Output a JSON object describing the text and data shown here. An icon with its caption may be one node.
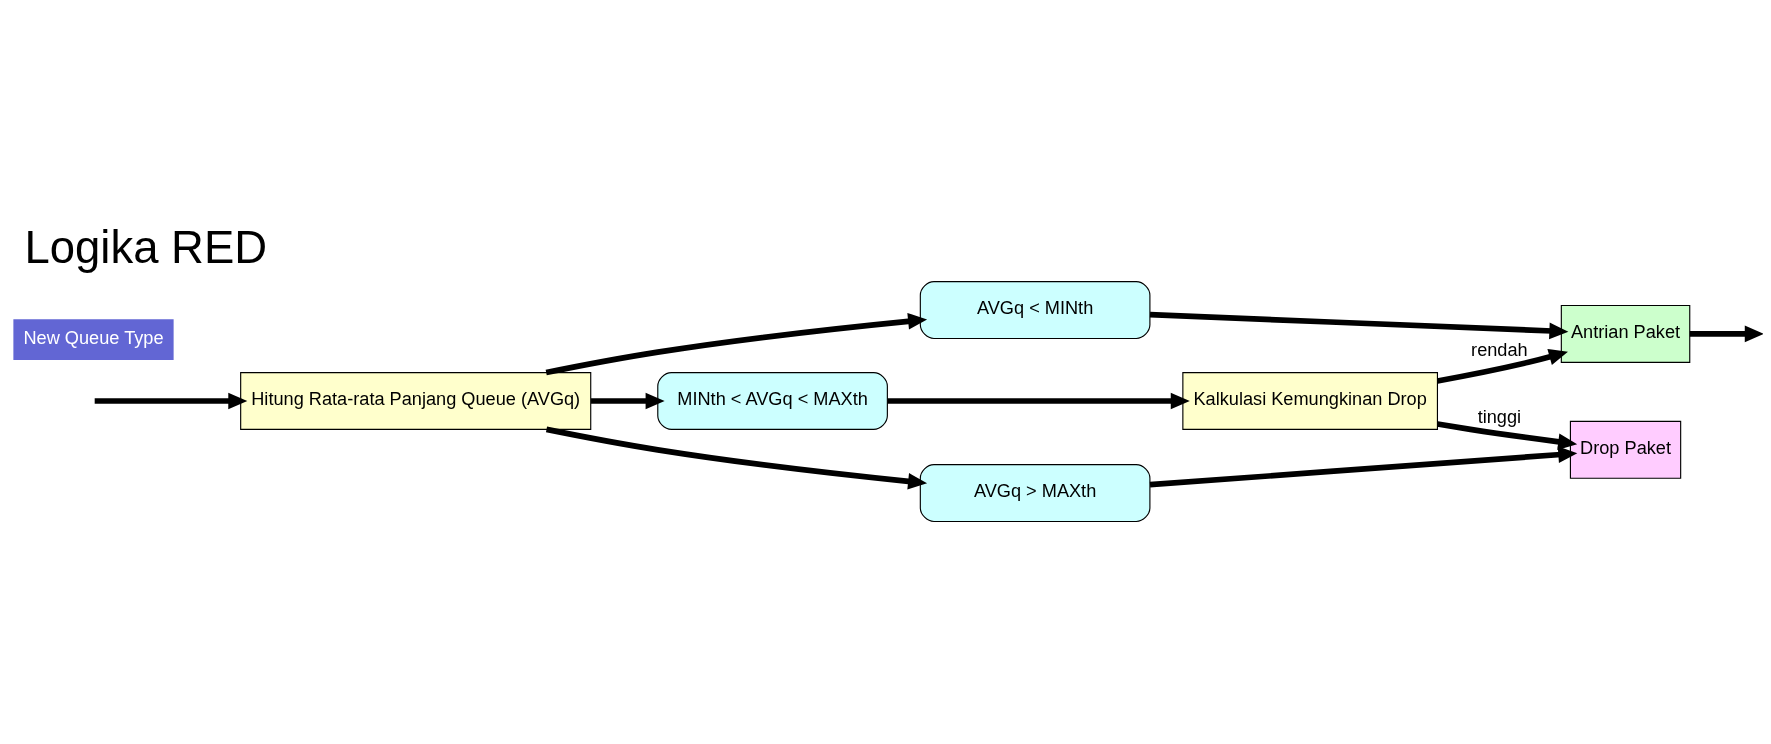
{
  "diagram": {
    "title": "Logika RED",
    "nodes": [
      {
        "text": [
          "Hitung Rata-rata Panjang Queue (AVGq)"
        ]
      },
      {
        "text": [
          "AVGq < MINth"
        ]
      },
      {
        "text": [
          "MINth < AVGq < MAXth"
        ]
      },
      {
        "text": [
          "AVGq > MAXth"
        ]
      },
      {
        "text": [
          "Kalkulasi Kemungkinan Drop"
        ]
      },
      {
        "text": [
          "Antrian Paket"
        ]
      },
      {
        "text": [
          "Drop Paket"
        ]
      }
    ],
    "edges": [
      {
        "from": null,
        "to": 0,
        "arrow": "to"
      },
      {
        "from": 0,
        "to": 1,
        "arrow": "to"
      },
      {
        "from": 0,
        "to": 2,
        "arrow": "to"
      },
      {
        "from": 0,
        "to": 3,
        "arrow": "to"
      },
      {
        "from": 1,
        "to": 5,
        "arrow": "to"
      },
      {
        "from": 2,
        "to": 4,
        "arrow": "to"
      },
      {
        "from": 4,
        "to": 5,
        "arrow": "to",
        "label": "rendah"
      },
      {
        "from": 4,
        "to": 6,
        "arrow": "to",
        "label": "tinggi"
      },
      {
        "from": 3,
        "to": 6,
        "arrow": "to"
      },
      {
        "from": 5,
        "to": null,
        "arrow": "to"
      }
    ],
    "labels": [
      "New Queue Type"
    ]
  }
}
